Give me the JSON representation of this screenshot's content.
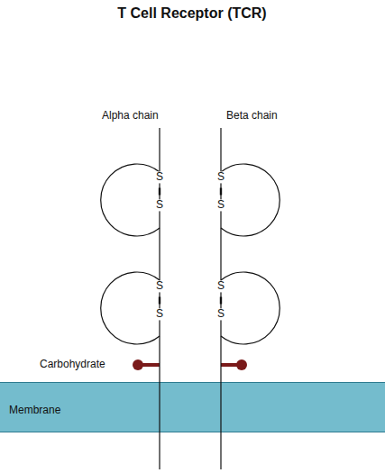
{
  "diagram": {
    "title": "T Cell Receptor (TCR)",
    "nodes": [
      {
        "text": [
          "Membrane"
        ]
      }
    ],
    "edges": [],
    "labels": [
      "Alpha chain",
      "Beta chain",
      "S",
      "S",
      "S",
      "S",
      "S",
      "S",
      "S",
      "S",
      "Carbohydrate"
    ]
  }
}
